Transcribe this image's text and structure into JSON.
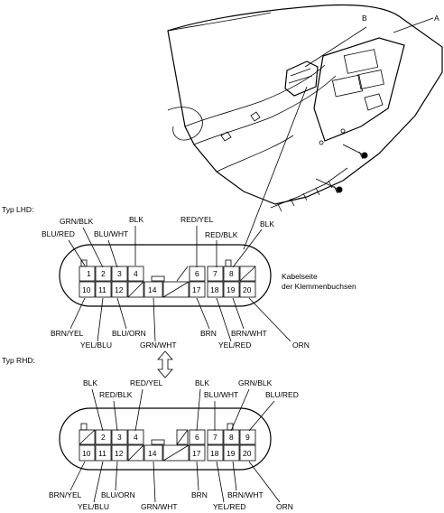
{
  "callouts": {
    "a": "A",
    "b": "B"
  },
  "typ_lhd": {
    "title": "Typ LHD:",
    "top_row": [
      "1",
      "2",
      "3",
      "4",
      "",
      "6",
      "7",
      "8"
    ],
    "bottom_row": [
      "10",
      "11",
      "12",
      "",
      "14",
      "",
      "17",
      "18",
      "19",
      "20"
    ],
    "wires": {
      "grn_blk": "GRN/BLK",
      "blu_red": "BLU/RED",
      "blu_wht": "BLU/WHT",
      "blk_4": "BLK",
      "red_yel": "RED/YEL",
      "red_blk": "RED/BLK",
      "blk_8": "BLK",
      "brn_yel": "BRN/YEL",
      "yel_blu": "YEL/BLU",
      "blu_orn": "BLU/ORN",
      "grn_wht": "GRN/WHT",
      "brn": "BRN",
      "yel_red": "YEL/RED",
      "brn_wht": "BRN/WHT",
      "orn": "ORN"
    },
    "side_note_1": "Kabelseite",
    "side_note_2": "der Klemmenbuchsen"
  },
  "typ_rhd": {
    "title": "Typ RHD:",
    "top_row": [
      "",
      "2",
      "3",
      "4",
      "",
      "6",
      "7",
      "8",
      "9"
    ],
    "bottom_row": [
      "10",
      "11",
      "12",
      "",
      "14",
      "",
      "17",
      "18",
      "19",
      "20"
    ],
    "wires": {
      "blk_2": "BLK",
      "red_blk": "RED/BLK",
      "red_yel": "RED/YEL",
      "blk_6": "BLK",
      "blu_wht": "BLU/WHT",
      "grn_blk": "GRN/BLK",
      "blu_red": "BLU/RED",
      "brn_yel": "BRN/YEL",
      "yel_blu": "YEL/BLU",
      "blu_orn": "BLU/ORN",
      "grn_wht": "GRN/WHT",
      "brn": "BRN",
      "yel_red": "YEL/RED",
      "brn_wht": "BRN/WHT",
      "orn": "ORN"
    }
  }
}
